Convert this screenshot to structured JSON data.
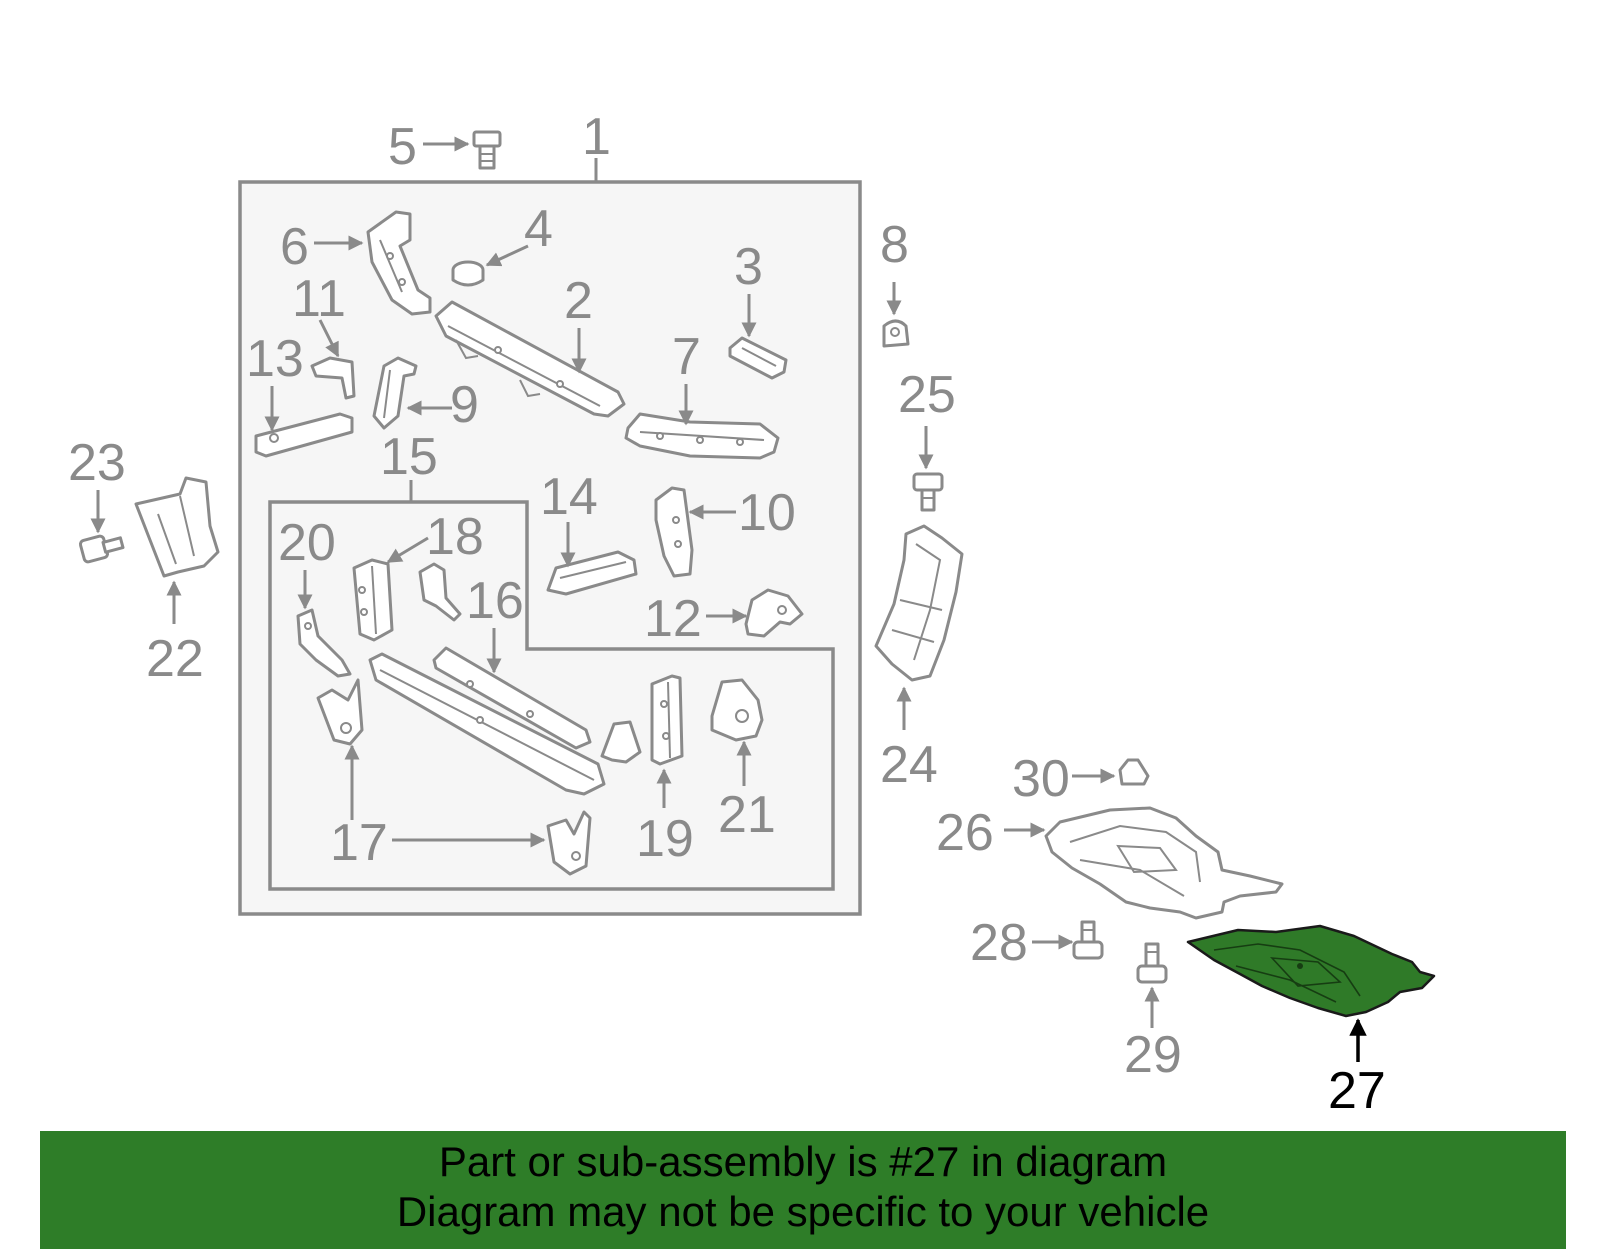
{
  "colors": {
    "banner_bg": "#2e7d28",
    "highlight_part": "#2f7a28",
    "line_gray": "#8a8a8a",
    "panel_bg": "#f6f6f6"
  },
  "callouts": {
    "c1": "1",
    "c2": "2",
    "c3": "3",
    "c4": "4",
    "c5": "5",
    "c6": "6",
    "c7": "7",
    "c8": "8",
    "c9": "9",
    "c10": "10",
    "c11": "11",
    "c12": "12",
    "c13": "13",
    "c14": "14",
    "c15": "15",
    "c16": "16",
    "c17": "17",
    "c18": "18",
    "c19": "19",
    "c20": "20",
    "c21": "21",
    "c22": "22",
    "c23": "23",
    "c24": "24",
    "c25": "25",
    "c26": "26",
    "c27": "27",
    "c28": "28",
    "c29": "29",
    "c30": "30"
  },
  "highlighted_part": "27",
  "banner": {
    "line1": "Part or sub-assembly is #27 in diagram",
    "line2": "Diagram may not be specific to your vehicle"
  }
}
